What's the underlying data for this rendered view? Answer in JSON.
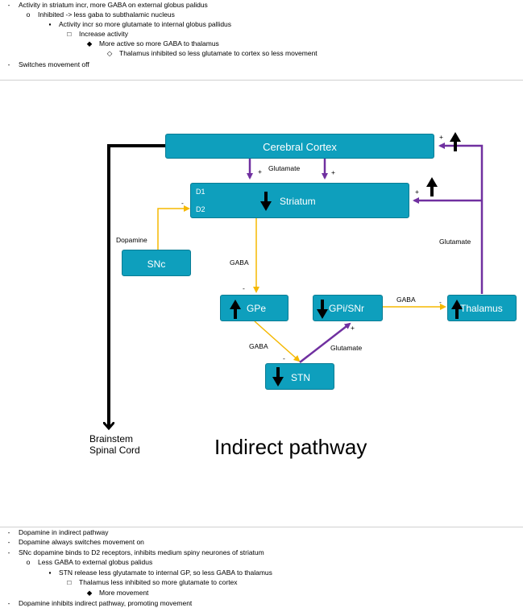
{
  "top_notes": [
    {
      "level": 0,
      "bullet": "-",
      "text": "Activity in striatum incr, more GABA on external globus palidus"
    },
    {
      "level": 1,
      "bullet": "o",
      "text": "Inhibited -> less gaba to subthalamic nucleus"
    },
    {
      "level": 2,
      "bullet": "▪",
      "text": "Activity incr so more glutamate to internal globus pallidus"
    },
    {
      "level": 3,
      "bullet": "□",
      "text": "Increase activity"
    },
    {
      "level": 4,
      "bullet": "◆",
      "text": "More active so more GABA to thalamus"
    },
    {
      "level": 5,
      "bullet": "◇",
      "text": "Thalamus inhibited so less glutamate to cortex so less movement"
    },
    {
      "level": 0,
      "bullet": "-",
      "text": "Switches movement off"
    }
  ],
  "diagram": {
    "boxes": {
      "cortex": "Cerebral Cortex",
      "striatum": "Striatum",
      "d1": "D1",
      "d2": "D2",
      "snc": "SNc",
      "gpe": "GPe",
      "gpi": "GPi/SNr",
      "thalamus": "Thalamus",
      "stn": "STN"
    },
    "labels": {
      "glutamate_top": "Glutamate",
      "plus_left": "+",
      "plus_right": "+",
      "dopamine": "Dopamine",
      "minus_d2": "-",
      "gaba_striatum": "GABA",
      "minus_gpe": "-",
      "gaba_gpe_stn": "GABA",
      "minus_stn": "-",
      "glutamate_stn": "Glutamate",
      "plus_gpi": "+",
      "gaba_gpi_thal": "GABA",
      "minus_thal": "-",
      "glutamate_thal": "Glutamate",
      "plus_cortex": "+",
      "plus_striatum": "+",
      "brainstem": "Brainstem",
      "spinal_cord": "Spinal Cord",
      "title": "Indirect pathway"
    },
    "colors": {
      "box": "#0e9fbd",
      "excitatory": "#7030a0",
      "inhibitory": "#f5b800",
      "output": "#000000"
    }
  },
  "bottom_notes": [
    {
      "level": 0,
      "bullet": "-",
      "text": "Dopamine in indirect pathway"
    },
    {
      "level": 0,
      "bullet": "-",
      "text": "Dopamine always switches movement on"
    },
    {
      "level": 0,
      "bullet": "-",
      "text": "SNc dopamine binds to D2 receptors, inhibits medium spiny neurones of striatum"
    },
    {
      "level": 1,
      "bullet": "o",
      "text": "Less GABA to external globus palidus"
    },
    {
      "level": 2,
      "bullet": "▪",
      "text": "STN release less glyutamate to internal GP, so less GABA to thalamus"
    },
    {
      "level": 3,
      "bullet": "□",
      "text": "Thalamus less inhibited so more glutamate to cortex"
    },
    {
      "level": 4,
      "bullet": "◆",
      "text": "More movement"
    },
    {
      "level": 0,
      "bullet": "-",
      "text": "Dopamine inhibits indirect pathway, promoting movement"
    }
  ]
}
